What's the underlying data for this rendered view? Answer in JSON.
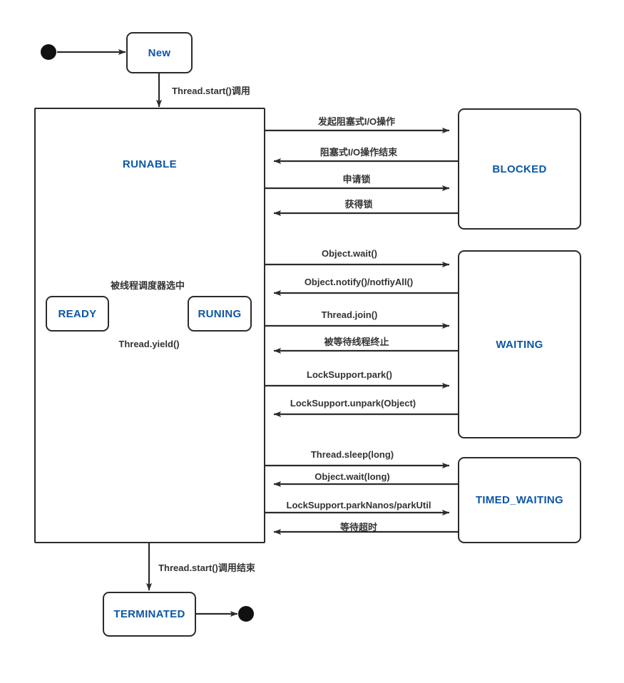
{
  "diagram": {
    "title": "Java Thread State Transition Diagram",
    "accent_color": "#0d56a6",
    "line_color": "#2b2b2b",
    "label_color": "#333333",
    "background": "#ffffff"
  },
  "states": {
    "new": {
      "label": "New"
    },
    "runable": {
      "label": "RUNABLE"
    },
    "ready": {
      "label": "READY"
    },
    "runing": {
      "label": "RUNING"
    },
    "blocked": {
      "label": "BLOCKED"
    },
    "waiting": {
      "label": "WAITING"
    },
    "timed_waiting": {
      "label": "TIMED_WAITING"
    },
    "terminated": {
      "label": "TERMINATED"
    }
  },
  "pseudostates": {
    "initial_start": {
      "name": "initial-state"
    },
    "initial_runable": {
      "name": "initial-state-runable"
    },
    "final_runable": {
      "name": "final-state-runable"
    },
    "final_end": {
      "name": "final-state"
    }
  },
  "transitions": {
    "start_to_new": {
      "label": ""
    },
    "new_to_runable": {
      "label": "Thread.start()调用"
    },
    "ready_to_runing": {
      "label": "被线程调度器选中"
    },
    "runing_to_ready": {
      "label": "Thread.yield()"
    },
    "runable_to_terminated": {
      "label": "Thread.start()调用结束"
    },
    "blocked_group": [
      {
        "label": "发起阻塞式I/O操作",
        "direction": "right"
      },
      {
        "label": "阻塞式I/O操作结束",
        "direction": "left"
      },
      {
        "label": "申请锁",
        "direction": "right"
      },
      {
        "label": "获得锁",
        "direction": "left"
      }
    ],
    "waiting_group": [
      {
        "label": "Object.wait()",
        "direction": "right"
      },
      {
        "label": "Object.notify()/notfiyAll()",
        "direction": "left"
      },
      {
        "label": "Thread.join()",
        "direction": "right"
      },
      {
        "label": "被等待线程终止",
        "direction": "left"
      },
      {
        "label": "LockSupport.park()",
        "direction": "right"
      },
      {
        "label": "LockSupport.unpark(Object)",
        "direction": "left"
      }
    ],
    "timed_waiting_group": [
      {
        "label": "Thread.sleep(long)",
        "direction": "right"
      },
      {
        "label": "Object.wait(long)",
        "direction": "left"
      },
      {
        "label": "LockSupport.parkNanos/parkUtil",
        "direction": "right"
      },
      {
        "label": "等待超时",
        "direction": "left"
      }
    ]
  }
}
